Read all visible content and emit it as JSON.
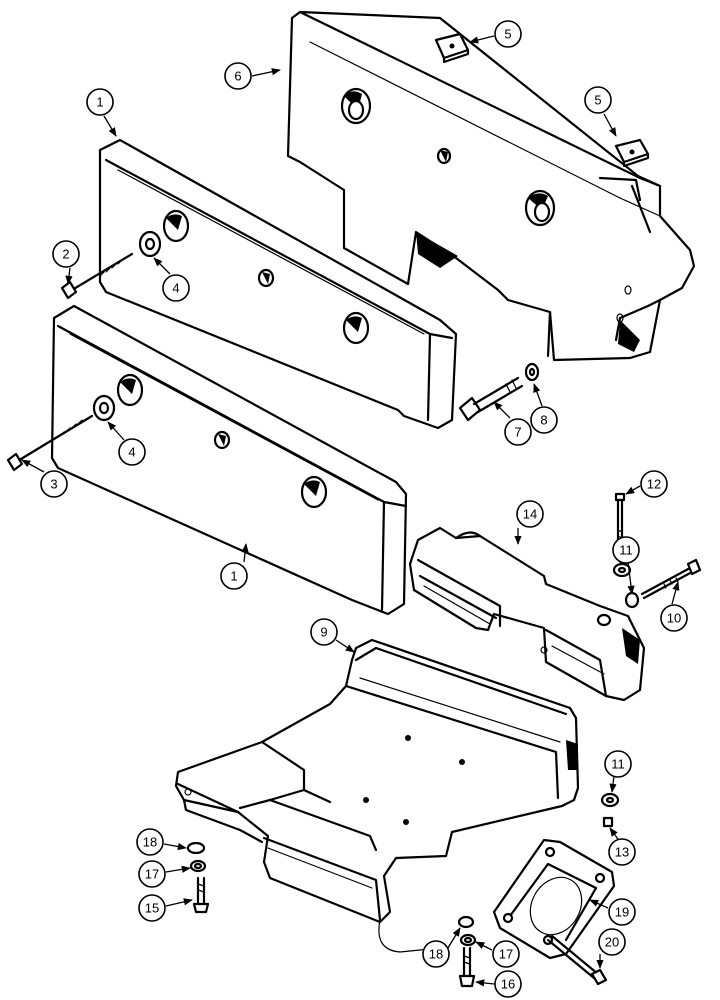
{
  "callouts": {
    "c6": "6",
    "c5a": "5",
    "c5b": "5",
    "c1a": "1",
    "c2": "2",
    "c4a": "4",
    "c3": "3",
    "c4b": "4",
    "c7": "7",
    "c8": "8",
    "c1b": "1",
    "c14": "14",
    "c12": "12",
    "c11a": "11",
    "c10": "10",
    "c9": "9",
    "c11b": "11",
    "c13": "13",
    "c18a": "18",
    "c17a": "17",
    "c15": "15",
    "c19": "19",
    "c18b": "18",
    "c17b": "17",
    "c20": "20",
    "c16": "16"
  }
}
